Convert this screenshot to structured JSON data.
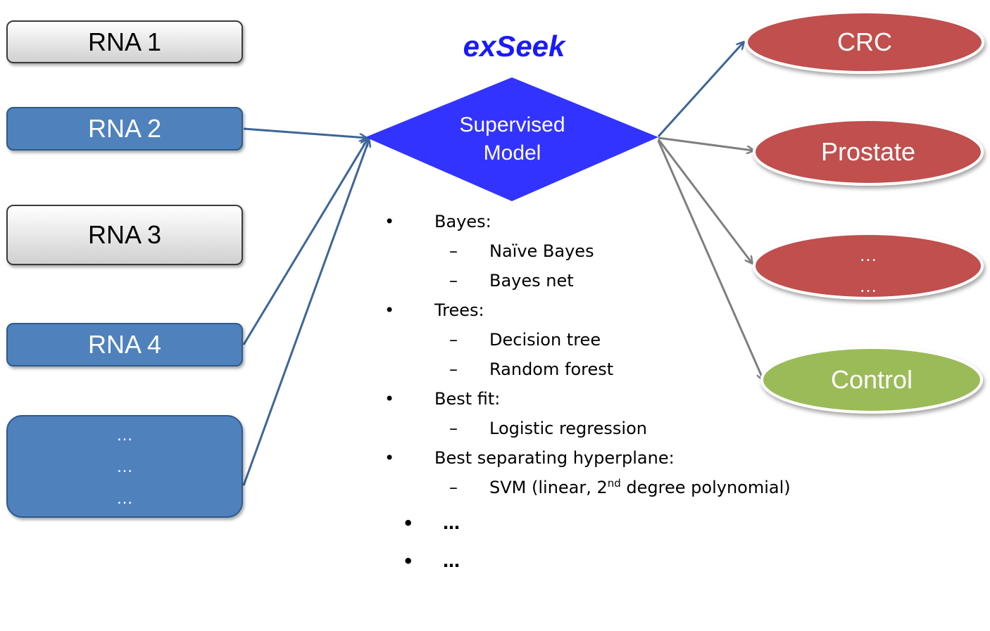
{
  "rna_inputs": [
    {
      "label": "RNA 1",
      "style": "gray"
    },
    {
      "label": "RNA 2",
      "style": "blue"
    },
    {
      "label": "RNA 3",
      "style": "gray"
    },
    {
      "label": "RNA 4",
      "style": "blue"
    },
    {
      "lines": [
        "…",
        "…",
        "…"
      ],
      "style": "blue"
    }
  ],
  "model": {
    "title": "exSeek",
    "label_line1": "Supervised",
    "label_line2": "Model"
  },
  "outputs": [
    {
      "label": "CRC",
      "color": "#c0504d"
    },
    {
      "label": "Prostate",
      "color": "#c0504d"
    },
    {
      "label_line1": "…",
      "label_line2": "…",
      "color": "#c0504d"
    },
    {
      "label": "Control",
      "color": "#9bbb59"
    }
  ],
  "methods": [
    {
      "category": "Bayes:",
      "items": [
        "Naïve Bayes",
        "Bayes net"
      ]
    },
    {
      "category": "Trees:",
      "items": [
        "Decision tree",
        "Random forest"
      ]
    },
    {
      "category": "Best fit:",
      "items": [
        "Logistic regression"
      ]
    },
    {
      "category": "Best separating hyperplane:",
      "items_prefix": "SVM (linear, 2",
      "items_sup": "nd",
      "items_suffix": " degree polynomial)"
    }
  ],
  "more_methods": [
    "…",
    "…"
  ],
  "symbols": {
    "bullet": "•",
    "dash": "–"
  },
  "colors": {
    "blue_box": "#4f81bd",
    "diamond": "#3333ff",
    "disease": "#c0504d",
    "control": "#9bbb59",
    "title": "#1a1aff"
  }
}
